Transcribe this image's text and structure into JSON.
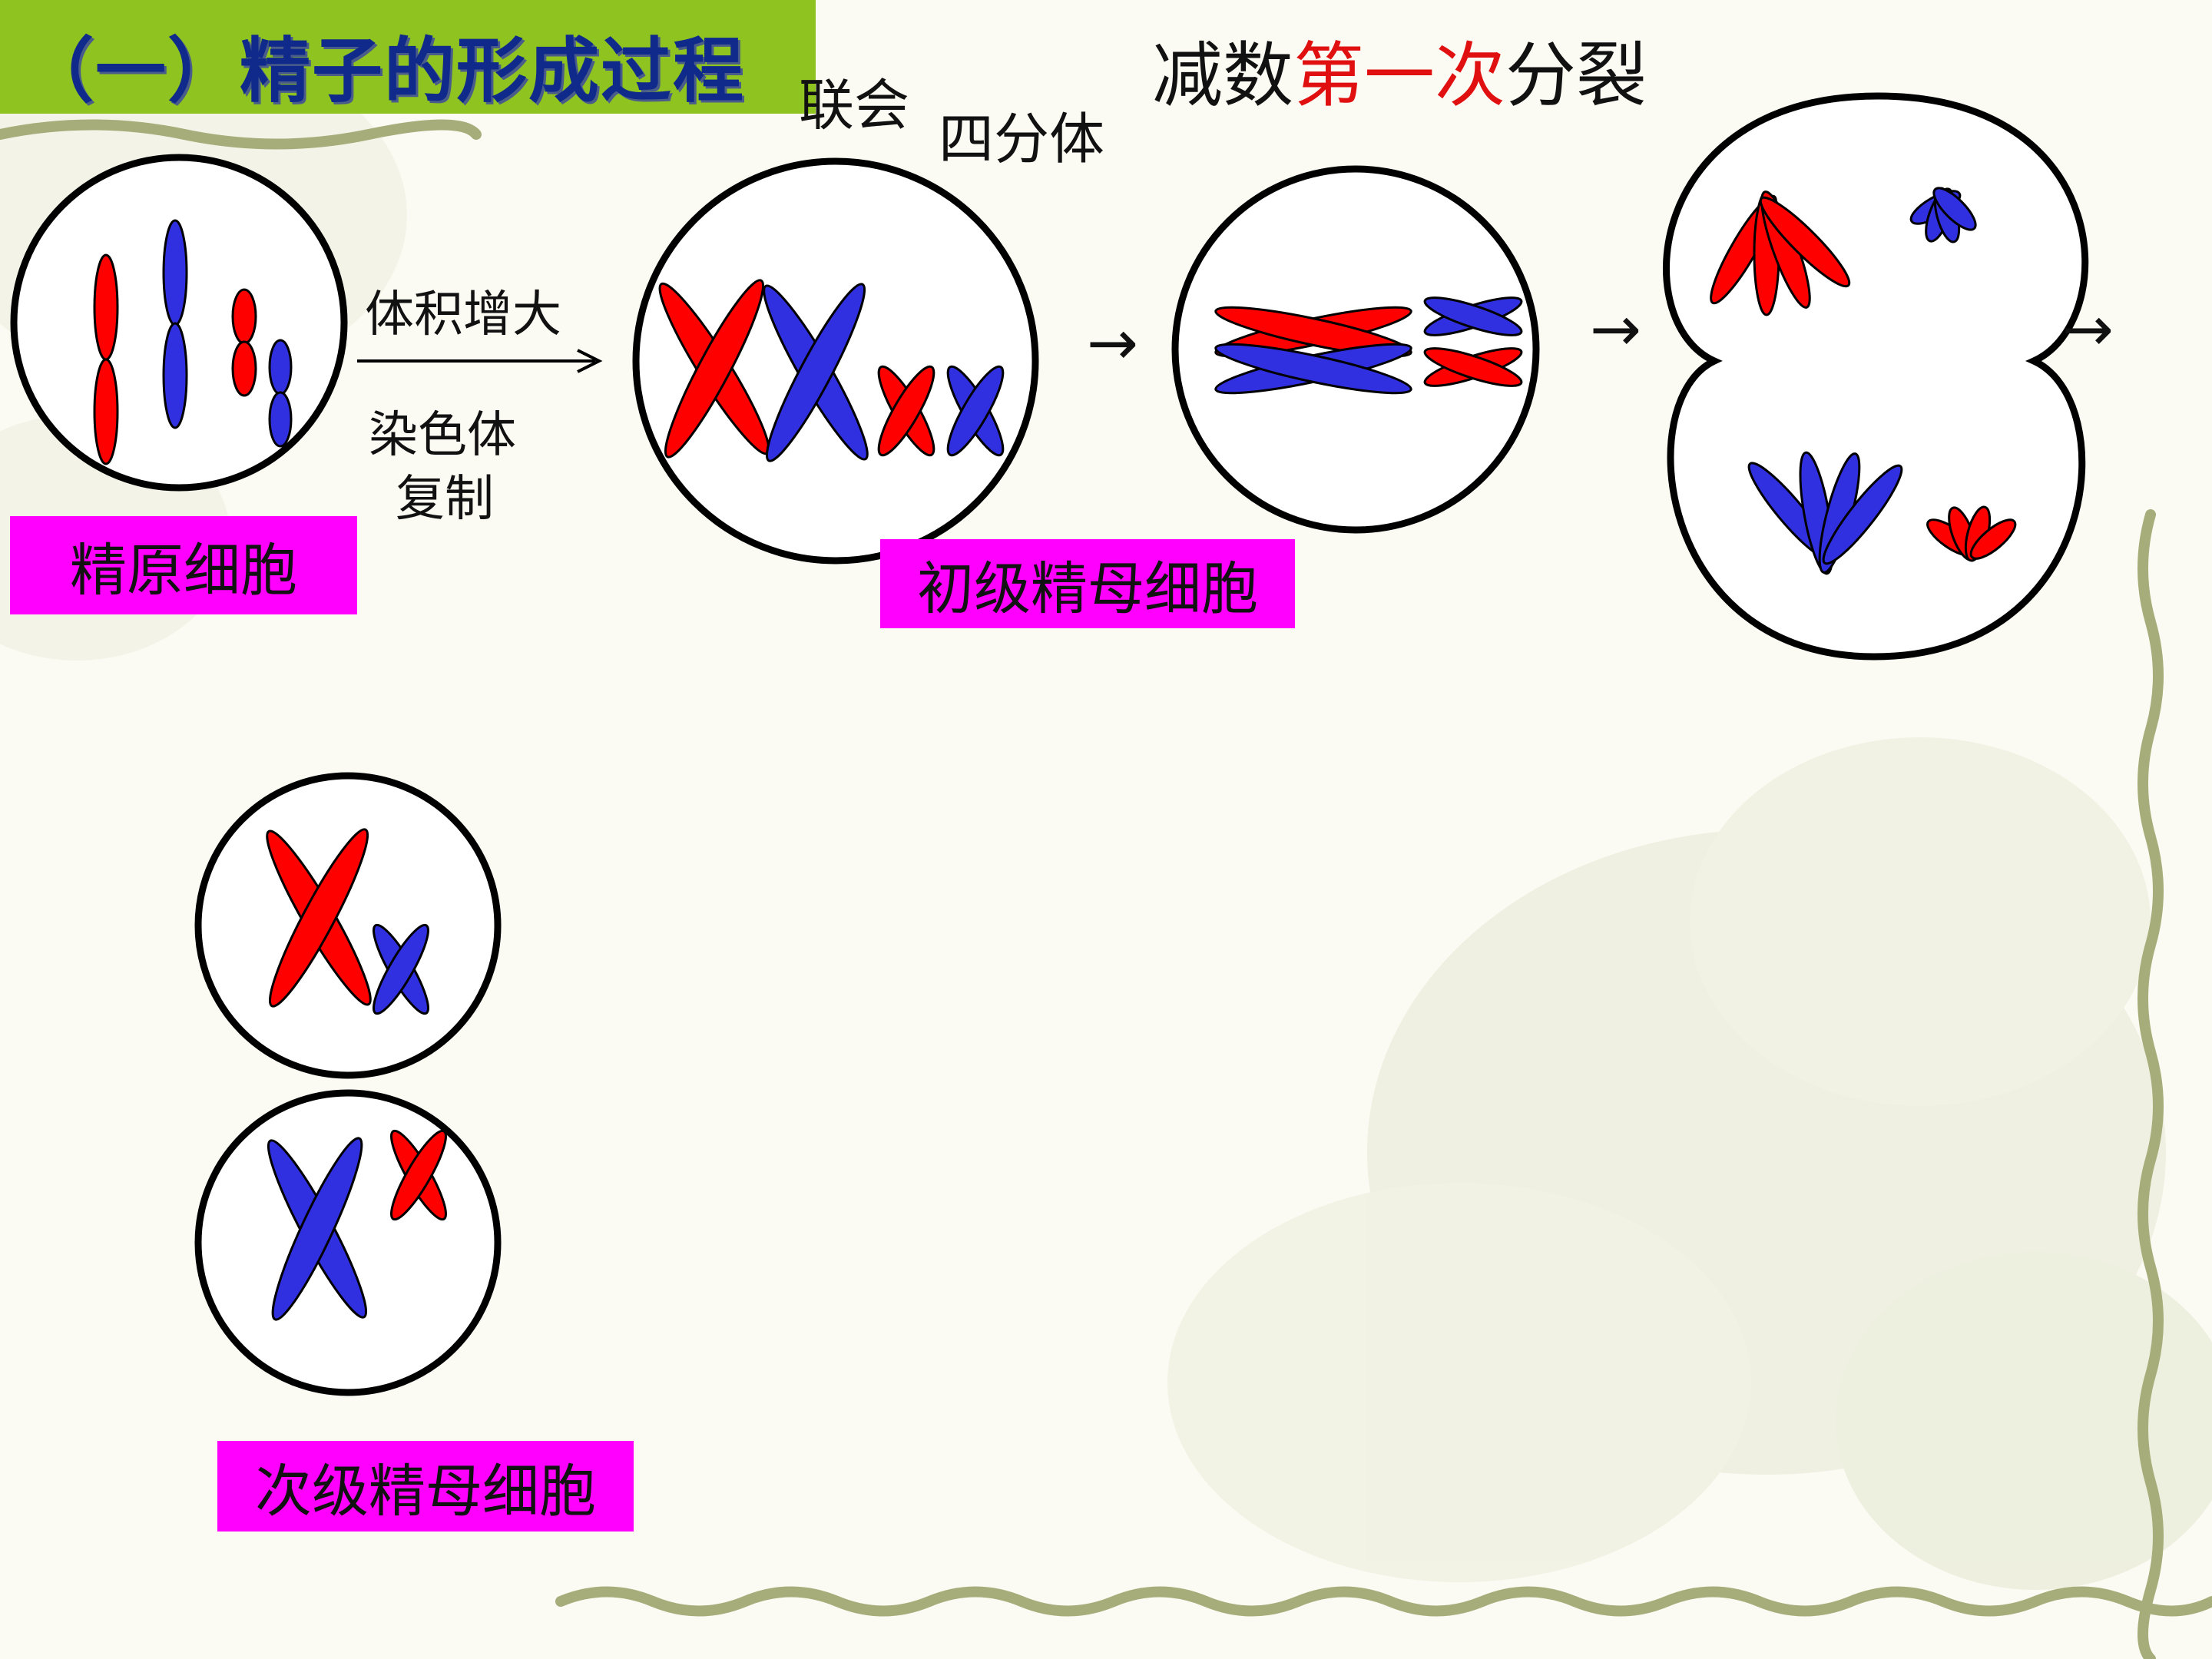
{
  "title": "（一）精子的形成过程",
  "heading": {
    "part1": "减数",
    "part2": "第一次",
    "part3": "分裂"
  },
  "labels": {
    "synapsis": "联会",
    "tetrad": "四分体",
    "volume_increase": "体积增大",
    "chromosome": "染色体",
    "replication": "复制",
    "arrow": "→"
  },
  "cells": {
    "spermatogonium": "精原细胞",
    "primary_spermatocyte": "初级精母细胞",
    "secondary_spermatocyte": "次级精母细胞"
  },
  "colors": {
    "title_bar": "#8fc320",
    "title_text": "#0f2a8a",
    "label_box": "#ff00ff",
    "red_chromosome": "#ff0000",
    "blue_chromosome": "#3030e0",
    "heading_highlight": "#e01010"
  }
}
